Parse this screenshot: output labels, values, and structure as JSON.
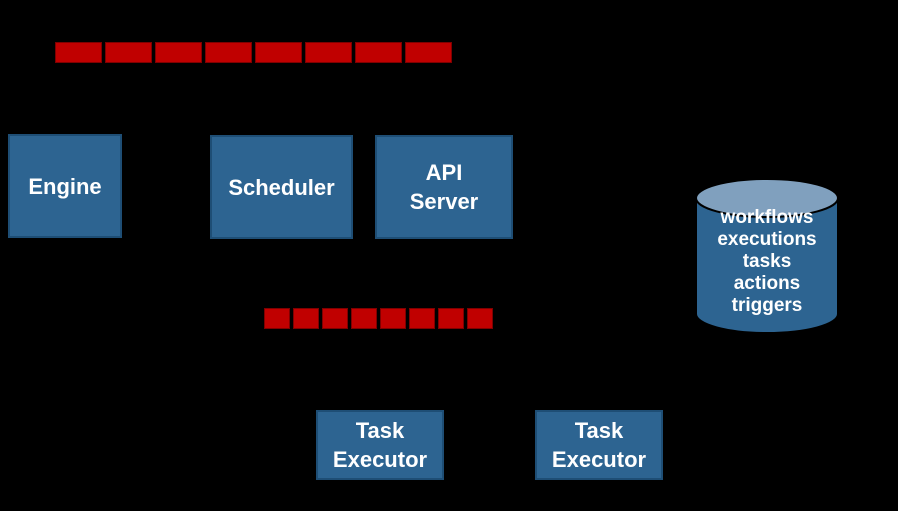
{
  "page": {
    "background": "#000000"
  },
  "colors": {
    "node_fill": "#2D6491",
    "node_border": "#1E4E75",
    "queue_fill": "#C00000",
    "queue_border": "#7F0000",
    "cylinder_body": "#2D6491",
    "cylinder_top": "#80A0BE",
    "cylinder_outline": "#000000",
    "label_text": "#FFFFFF"
  },
  "nodes": {
    "engine": {
      "label": "Engine"
    },
    "scheduler": {
      "label": "Scheduler"
    },
    "api_server": {
      "line1": "API",
      "line2": "Server"
    },
    "task_executor_1": {
      "line1": "Task",
      "line2": "Executor"
    },
    "task_executor_2": {
      "line1": "Task",
      "line2": "Executor"
    }
  },
  "queues": {
    "top": {
      "segments": 8
    },
    "middle": {
      "segments": 8
    }
  },
  "datastore": {
    "items": [
      "workflows",
      "executions",
      "tasks",
      "actions",
      "triggers"
    ]
  }
}
